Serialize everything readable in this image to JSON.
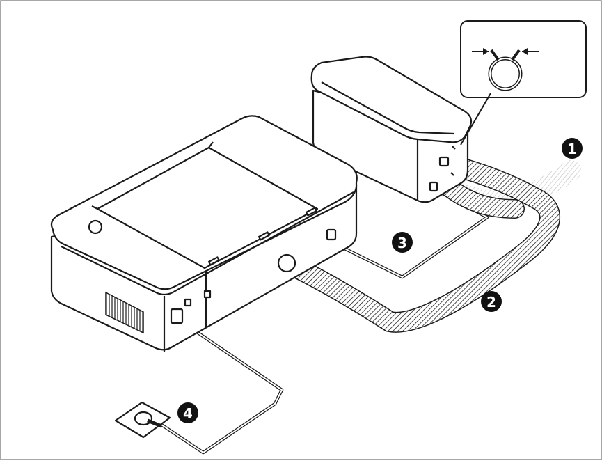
{
  "diagram": {
    "frame_color": "#8a8a8a",
    "line_color": "#1a1a1a",
    "marker_fill": "#111111",
    "marker_text_color": "#ffffff",
    "callouts": [
      {
        "id": "1",
        "label": "1",
        "target": "exhaust-air-outlet-hose"
      },
      {
        "id": "2",
        "label": "2",
        "target": "main-air-hose"
      },
      {
        "id": "3",
        "label": "3",
        "target": "signal-cable"
      },
      {
        "id": "4",
        "label": "4",
        "target": "power-cord"
      }
    ],
    "components": [
      "laser-engraver",
      "air-purifier",
      "hose-clamp-inset",
      "power-plug"
    ]
  }
}
